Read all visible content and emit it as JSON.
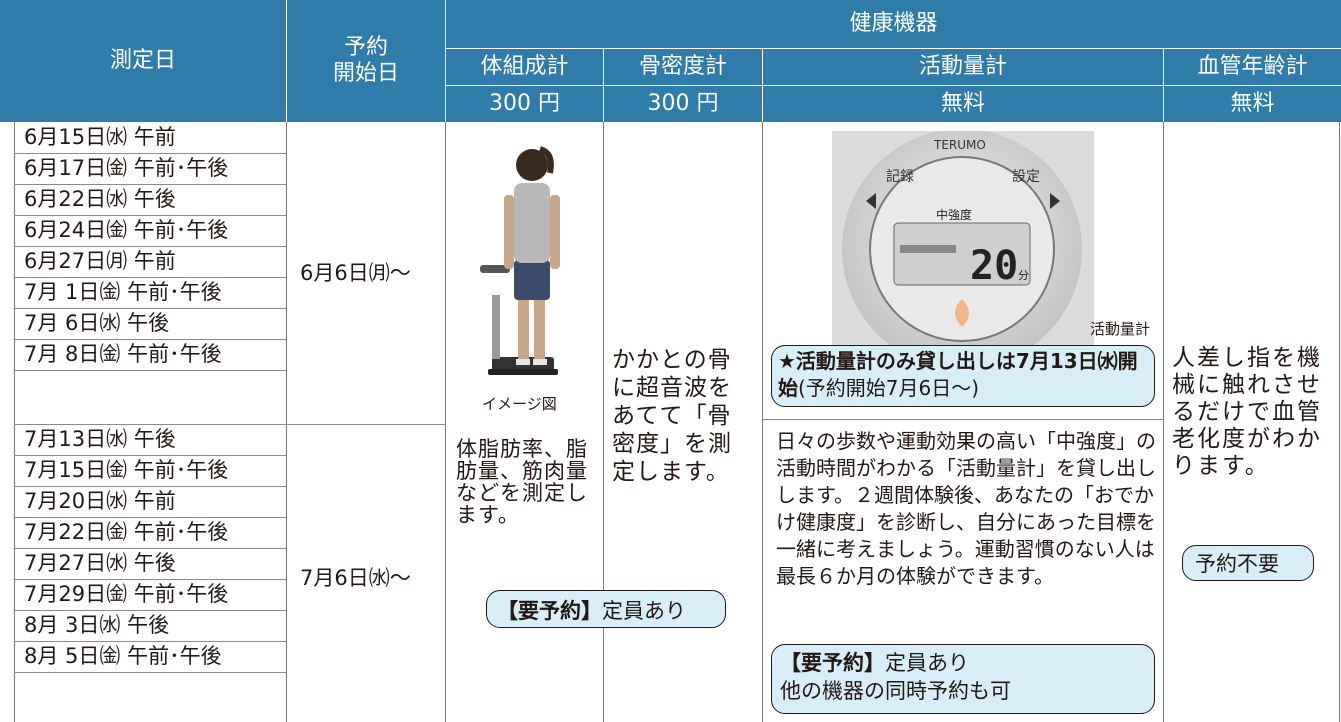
{
  "header": {
    "measure_date": "測定日",
    "reserve_start": "予約\n開始日",
    "devices_group": "健康機器",
    "devices": [
      {
        "name": "体組成計",
        "price": "300 円"
      },
      {
        "name": "骨密度計",
        "price": "300 円"
      },
      {
        "name": "活動量計",
        "price": "無料"
      },
      {
        "name": "血管年齢計",
        "price": "無料"
      }
    ]
  },
  "dates": [
    "6月15日㈬ 午前",
    "6月17日㈮ 午前･午後",
    "6月22日㈬ 午後",
    "6月24日㈮ 午前･午後",
    "6月27日㈪ 午前",
    "7月  1日㈮ 午前･午後",
    "7月  6日㈬ 午後",
    "7月  8日㈮ 午前･午後",
    "7月13日㈬ 午後",
    "7月15日㈮ 午前･午後",
    "7月20日㈬ 午前",
    "7月22日㈮ 午前･午後",
    "7月27日㈬ 午後",
    "7月29日㈮ 午前･午後",
    "8月  3日㈬ 午後",
    "8月  5日㈮ 午前･午後"
  ],
  "reserve_starts": [
    "6月6日㈪〜",
    "7月6日㈬〜"
  ],
  "body_composition": {
    "image_caption": "イメージ図",
    "description": "体脂肪率、脂肪量、筋肉量などを測定します。",
    "reserve_bold": "【要予約】",
    "reserve_note": "定員あり"
  },
  "bone_density": {
    "description": "かかとの骨に超音波をあてて「骨密度」を測定します。"
  },
  "activity": {
    "brand": "TERUMO",
    "dial_left": "記録",
    "dial_right": "設定",
    "screen_label": "中強度",
    "screen_value": "20",
    "screen_unit": "分",
    "image_caption": "活動量計",
    "notice_bold": "★活動量計のみ貸し出しは7月13日㈬開始",
    "notice_note": "(予約開始7月6日〜)",
    "description": "日々の歩数や運動効果の高い「中強度」の活動時間がわかる「活動量計」を貸し出しします。２週間体験後、あなたの「おでかけ健康度」を診断し、自分にあった目標を一緒に考えましょう。運動習慣のない人は最長６か月の体験ができます。",
    "reserve_bold": "【要予約】",
    "reserve_note": "定員あり",
    "reserve_note2": "他の機器の同時予約も可"
  },
  "vascular": {
    "description": "人差し指を機械に触れさせるだけで血管老化度がわかります。",
    "no_reservation": "予約不要"
  },
  "colors": {
    "header_bg": "#2f7cab",
    "pill_bg": "#d7eef8",
    "text": "#231815"
  }
}
